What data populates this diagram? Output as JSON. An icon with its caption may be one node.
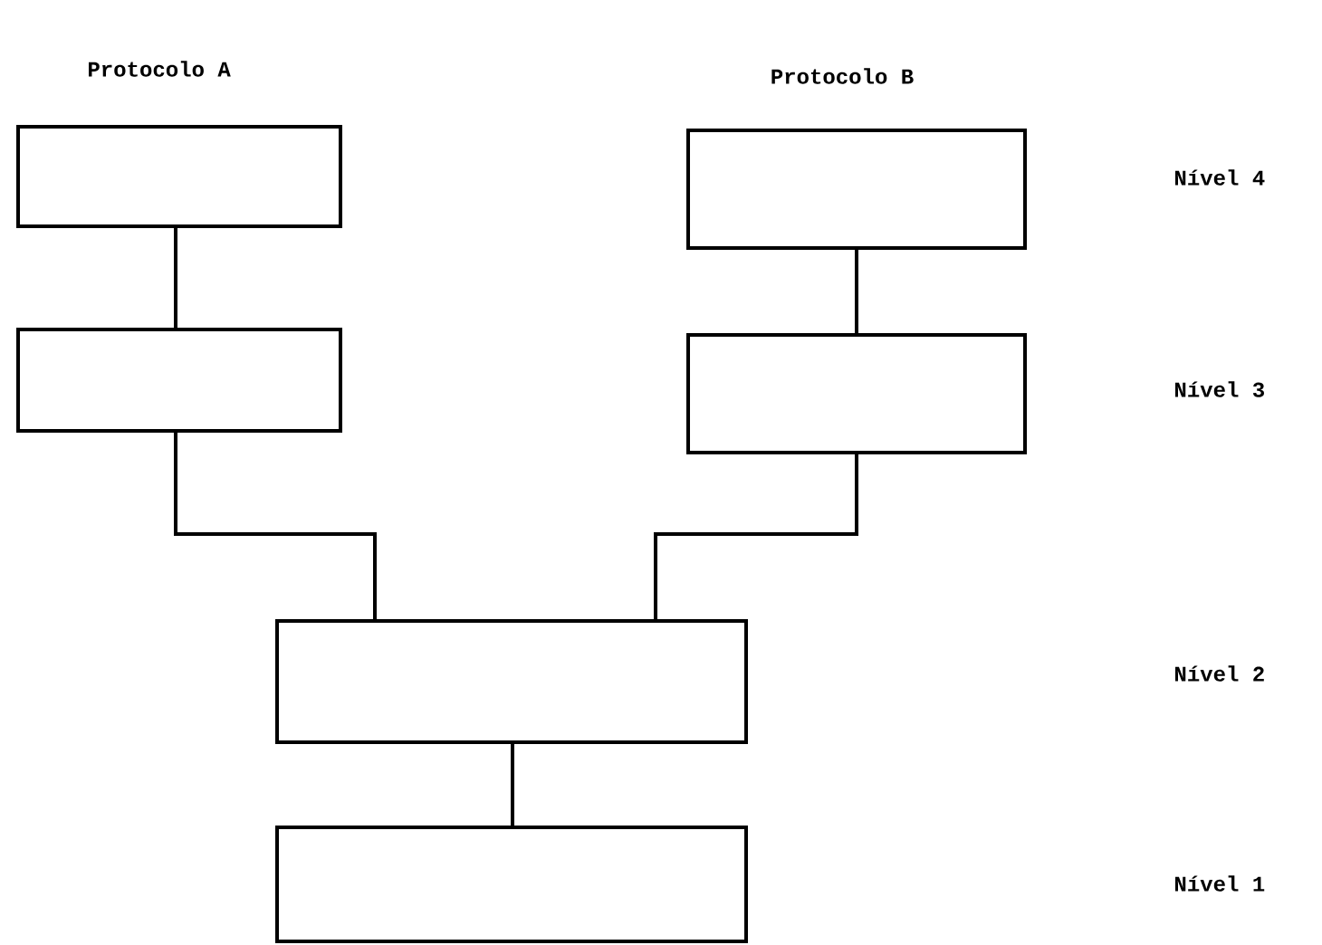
{
  "diagram": {
    "nodes": [
      {
        "text": [],
        "shape": "box"
      },
      {
        "text": [],
        "shape": "box"
      },
      {
        "text": [],
        "shape": "box"
      },
      {
        "text": [],
        "shape": "box"
      },
      {
        "text": [],
        "shape": "box"
      },
      {
        "text": [],
        "shape": "box"
      }
    ],
    "edges": [
      {
        "from": 0,
        "to": 1,
        "arrow": "none"
      },
      {
        "from": 2,
        "to": 3,
        "arrow": "none"
      },
      {
        "from": 1,
        "to": 4,
        "arrow": "none"
      },
      {
        "from": 3,
        "to": 4,
        "arrow": "none"
      },
      {
        "from": 4,
        "to": 5,
        "arrow": "none"
      }
    ],
    "labels": [
      "Protocolo A",
      "Protocolo B",
      "Nível 4",
      "Nível 3",
      "Nível 2",
      "Nível 1"
    ]
  }
}
